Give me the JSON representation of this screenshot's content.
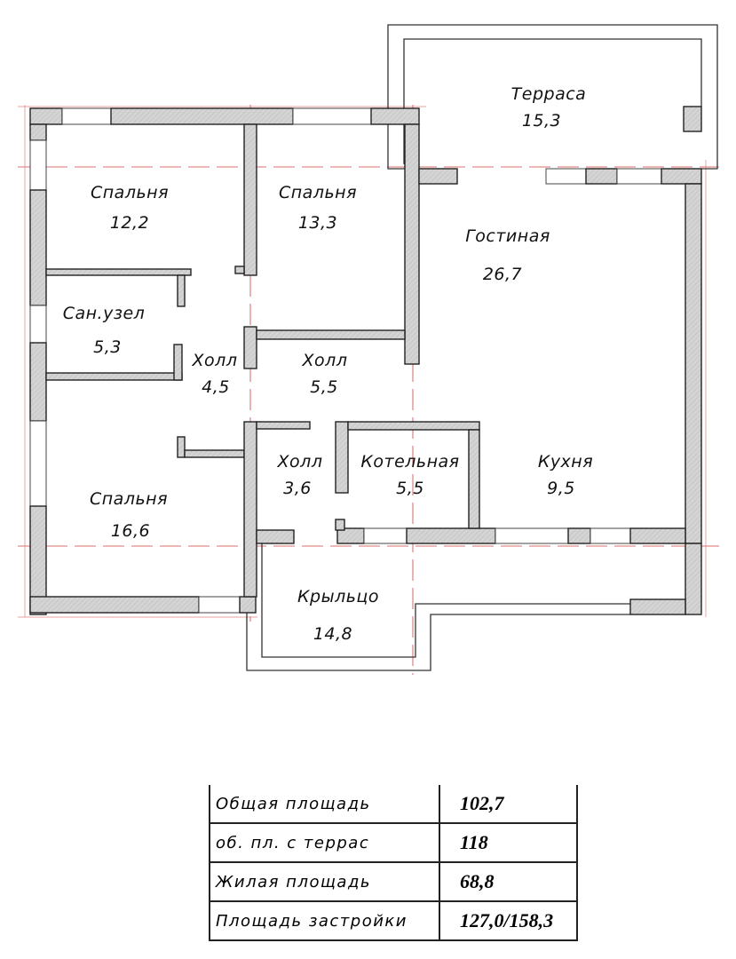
{
  "rooms": [
    {
      "name": "Терраса",
      "area": "15,3"
    },
    {
      "name": "Спальня",
      "area": "12,2"
    },
    {
      "name": "Спальня",
      "area": "13,3"
    },
    {
      "name": "Гостиная",
      "area": "26,7"
    },
    {
      "name": "Сан.узел",
      "area": "5,3"
    },
    {
      "name": "Холл",
      "area": "4,5"
    },
    {
      "name": "Холл",
      "area": "5,5"
    },
    {
      "name": "Холл",
      "area": "3,6"
    },
    {
      "name": "Котельная",
      "area": "5,5"
    },
    {
      "name": "Кухня",
      "area": "9,5"
    },
    {
      "name": "Спальня",
      "area": "16,6"
    },
    {
      "name": "Крыльцо",
      "area": "14,8"
    }
  ],
  "summary": [
    {
      "label": "Общая площадь",
      "value": "102,7"
    },
    {
      "label": "об. пл. с террас",
      "value": "118"
    },
    {
      "label": "Жилая площадь",
      "value": "68,8"
    },
    {
      "label": "Площадь застройки",
      "value": "127,0/158,3"
    }
  ],
  "colors": {
    "wall": "#cfcfcf",
    "axis": "#d04040"
  }
}
